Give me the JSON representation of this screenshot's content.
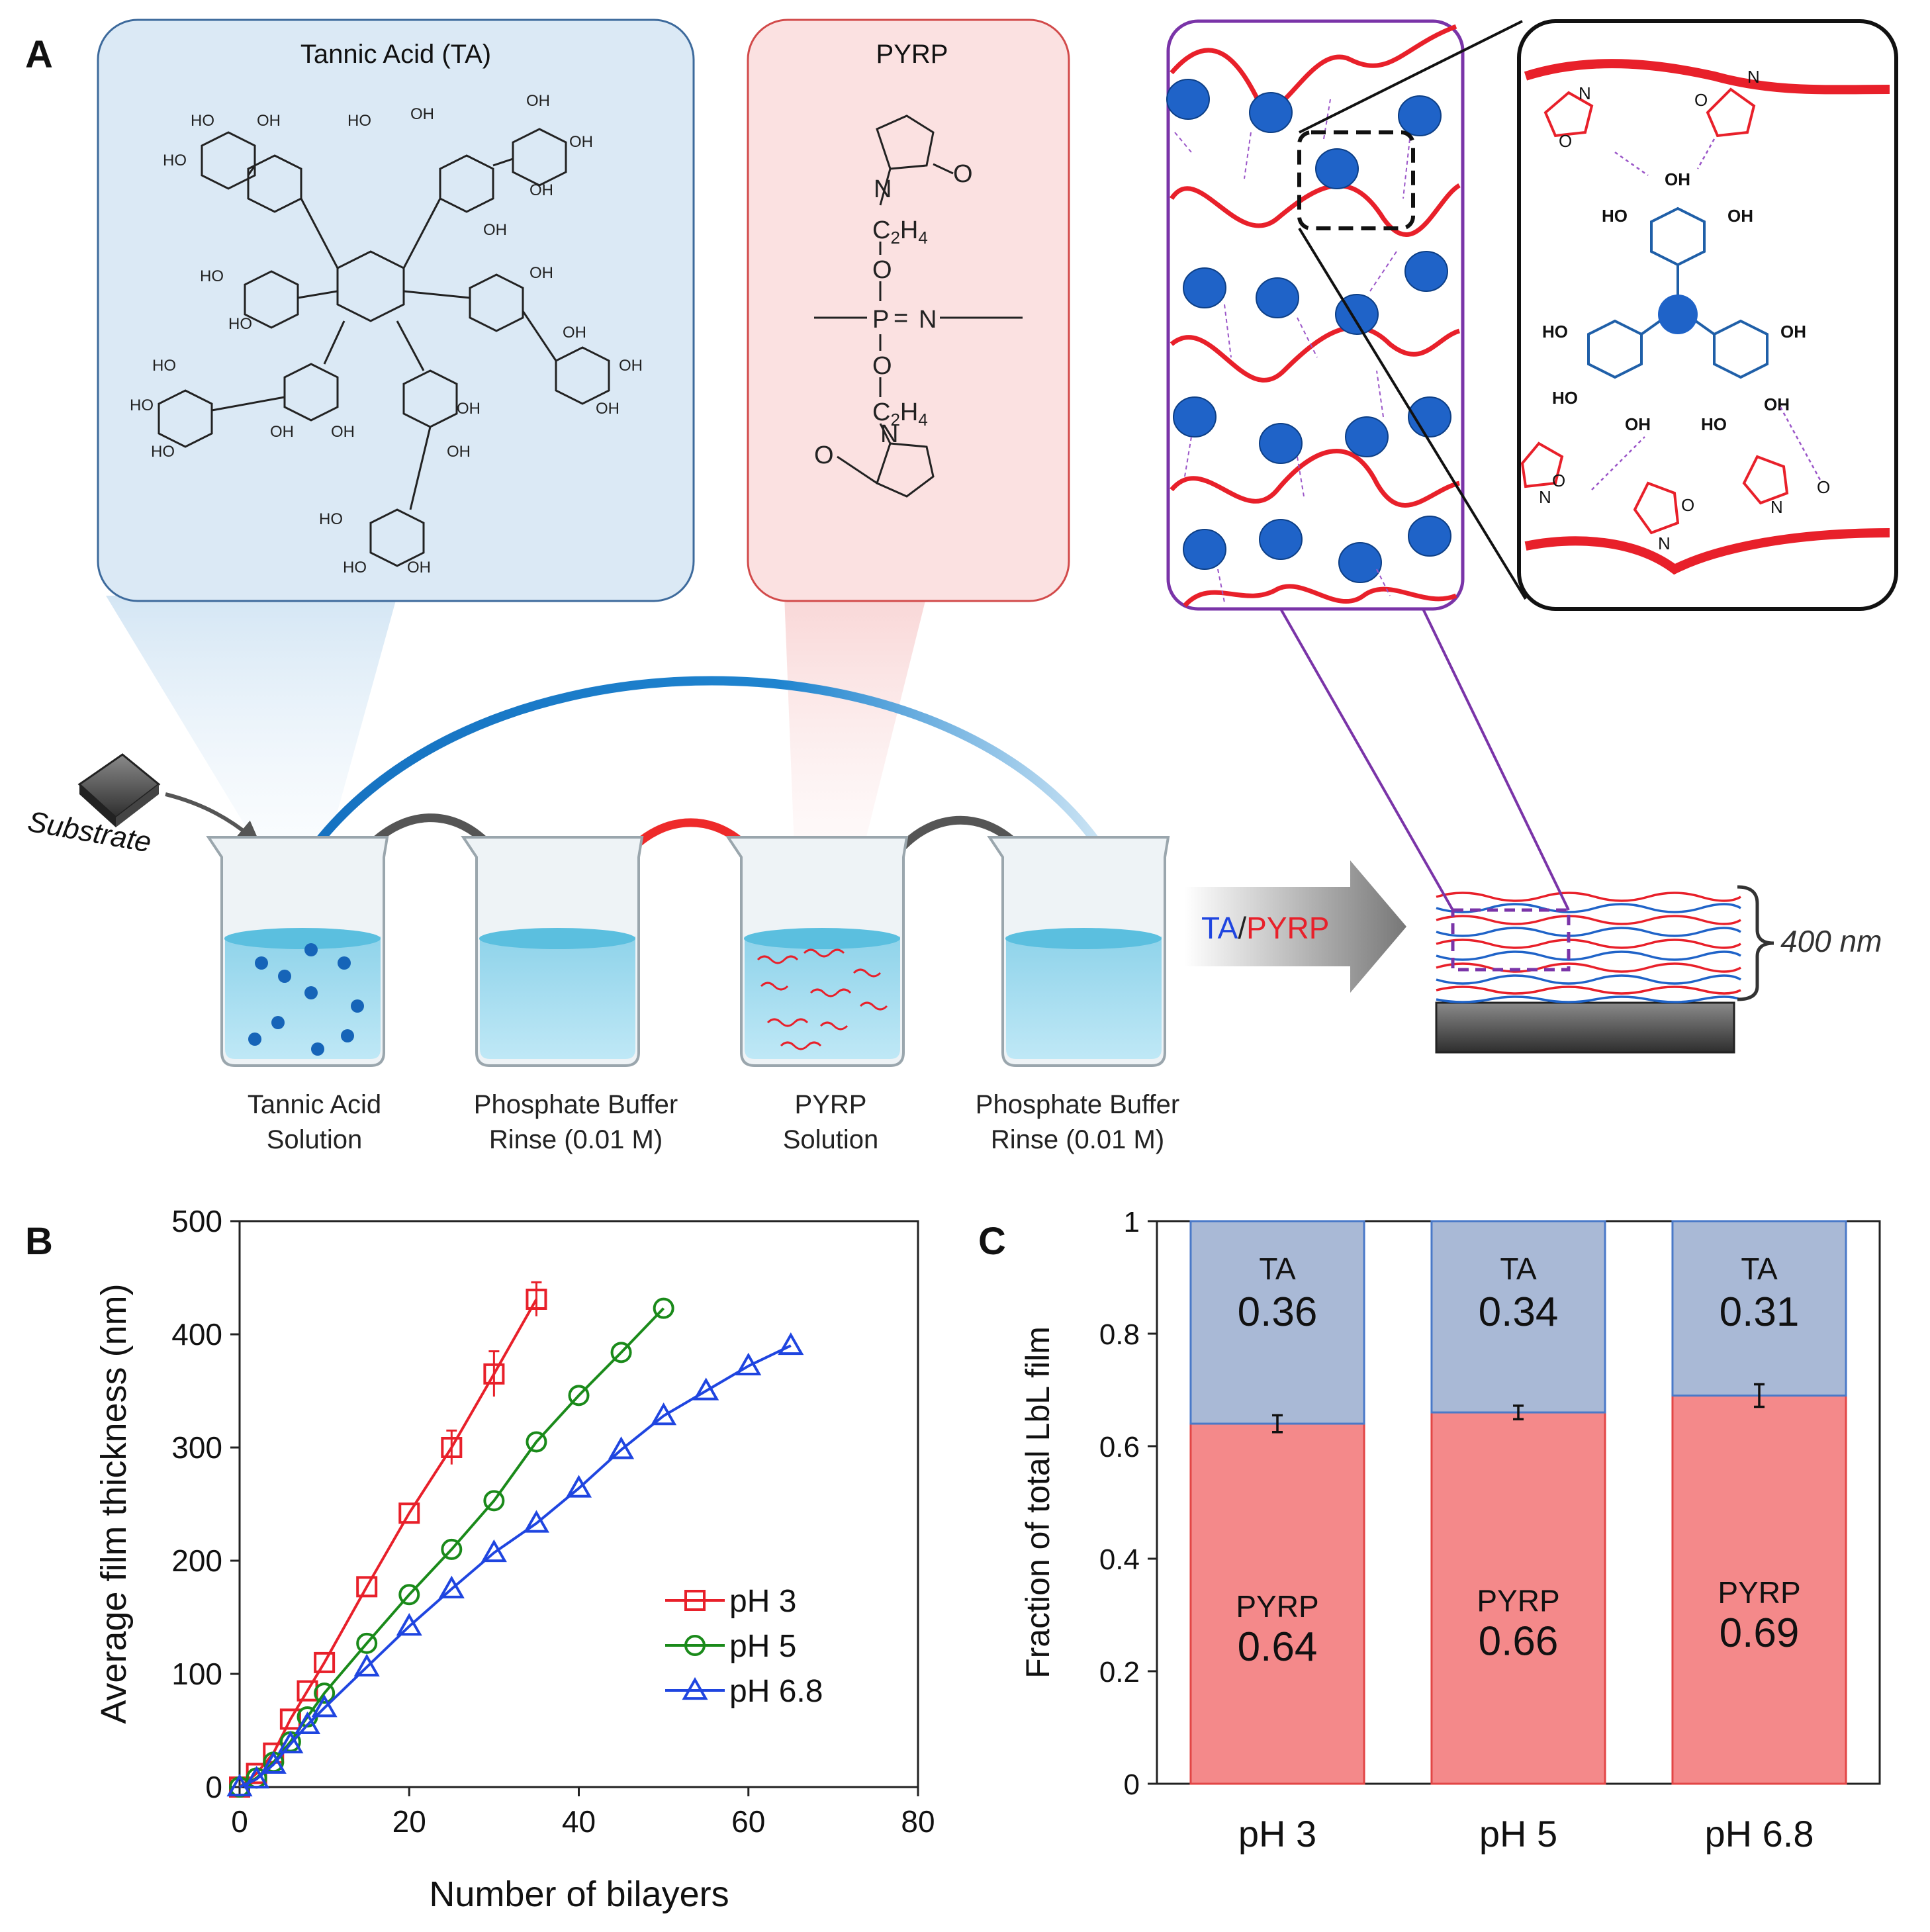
{
  "panel_labels": {
    "a": "A",
    "b": "B",
    "c": "C"
  },
  "schematic": {
    "ta_callout_title": "Tannic Acid (TA)",
    "pyrp_callout_title": "PYRP",
    "substrate_label": "Substrate",
    "beakers": [
      {
        "line1": "Tannic Acid",
        "line2": "Solution"
      },
      {
        "line1": "Phosphate Buffer",
        "line2": "Rinse (0.01 M)"
      },
      {
        "line1": "PYRP",
        "line2": "Solution"
      },
      {
        "line1": "Phosphate Buffer",
        "line2": "Rinse (0.01 M)"
      }
    ],
    "arrow_label_ta": "TA",
    "arrow_label_slash": "/",
    "arrow_label_pyrp": "PYRP",
    "thickness_label": "400 nm",
    "pyrp_chem": {
      "c2h4_c": "C",
      "c2h4_sub2": "2",
      "c2h4_h": "H",
      "c2h4_sub4": "4",
      "o": "O",
      "n": "N",
      "p": "P",
      "eq": "="
    },
    "oh": "OH",
    "ho": "HO",
    "o_label": "O",
    "n_label": "N"
  },
  "colors": {
    "ta": "#1f63c8",
    "pyrp": "#e8202a",
    "ph3": "#e8202a",
    "ph5": "#1a8a1a",
    "ph68": "#1f45e0",
    "bar_pyrp": "#f4898a",
    "bar_ta": "#a9b9d6"
  },
  "chart_data": [
    {
      "type": "line",
      "xlabel": "Number of bilayers",
      "ylabel": "Average film thickness (nm)",
      "xlim": [
        0,
        80
      ],
      "ylim": [
        0,
        500
      ],
      "xticks": [
        "0",
        "20",
        "40",
        "60",
        "80"
      ],
      "yticks": [
        "0",
        "100",
        "200",
        "300",
        "400",
        "500"
      ],
      "legend_position": "lower-right",
      "series": [
        {
          "name": "pH 3",
          "marker": "square",
          "color": "#e8202a",
          "x": [
            0,
            2,
            4,
            6,
            8,
            10,
            15,
            20,
            25,
            30,
            35
          ],
          "y": [
            0,
            12,
            30,
            60,
            85,
            110,
            177,
            242,
            300,
            365,
            431
          ],
          "err": [
            0,
            0,
            0,
            0,
            0,
            0,
            0,
            0,
            15,
            20,
            15
          ]
        },
        {
          "name": "pH 5",
          "marker": "circle",
          "color": "#1a8a1a",
          "x": [
            0,
            2,
            4,
            6,
            8,
            10,
            15,
            20,
            25,
            30,
            35,
            40,
            45,
            50
          ],
          "y": [
            0,
            8,
            22,
            40,
            62,
            83,
            127,
            170,
            210,
            253,
            305,
            346,
            384,
            423
          ],
          "err": []
        },
        {
          "name": "pH 6.8",
          "marker": "triangle",
          "color": "#1f45e0",
          "x": [
            0,
            2,
            4,
            6,
            8,
            10,
            15,
            20,
            25,
            30,
            35,
            40,
            45,
            50,
            55,
            60,
            65
          ],
          "y": [
            0,
            7,
            20,
            38,
            55,
            70,
            106,
            142,
            175,
            207,
            233,
            264,
            298,
            328,
            350,
            372,
            390
          ],
          "err": []
        }
      ]
    },
    {
      "type": "bar",
      "stacked": true,
      "ylabel": "Fraction of total LbL film",
      "ylim": [
        0,
        1
      ],
      "yticks": [
        "0",
        "0.2",
        "0.4",
        "0.6",
        "0.8",
        "1"
      ],
      "categories": [
        "pH 3",
        "pH 5",
        "pH 6.8"
      ],
      "series": [
        {
          "name": "PYRP",
          "color": "#f4898a",
          "values": [
            0.64,
            0.66,
            0.69
          ],
          "labels": [
            "0.64",
            "0.66",
            "0.69"
          ]
        },
        {
          "name": "TA",
          "color": "#a9b9d6",
          "values": [
            0.36,
            0.34,
            0.31
          ],
          "labels": [
            "0.36",
            "0.34",
            "0.31"
          ]
        }
      ],
      "error": [
        0.015,
        0.012,
        0.02
      ]
    }
  ]
}
